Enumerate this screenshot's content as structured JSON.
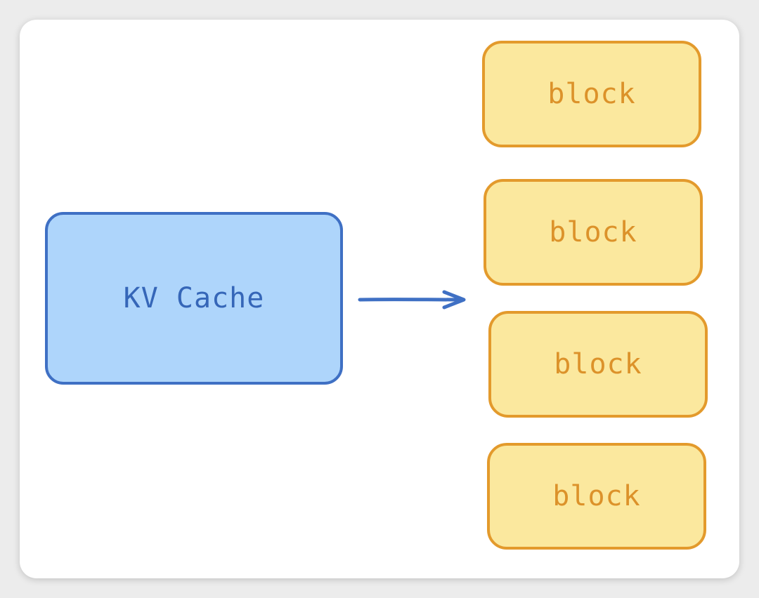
{
  "diagram": {
    "source": {
      "label": "KV Cache",
      "fill": "#aed5fb",
      "stroke": "#3f70c4",
      "text_color": "#3566b8"
    },
    "arrow": {
      "color": "#3f70c4"
    },
    "blocks": [
      {
        "label": "block"
      },
      {
        "label": "block"
      },
      {
        "label": "block"
      },
      {
        "label": "block"
      }
    ],
    "block_style": {
      "fill": "#fbe89e",
      "stroke": "#e39a2c",
      "text_color": "#dc922a"
    }
  }
}
